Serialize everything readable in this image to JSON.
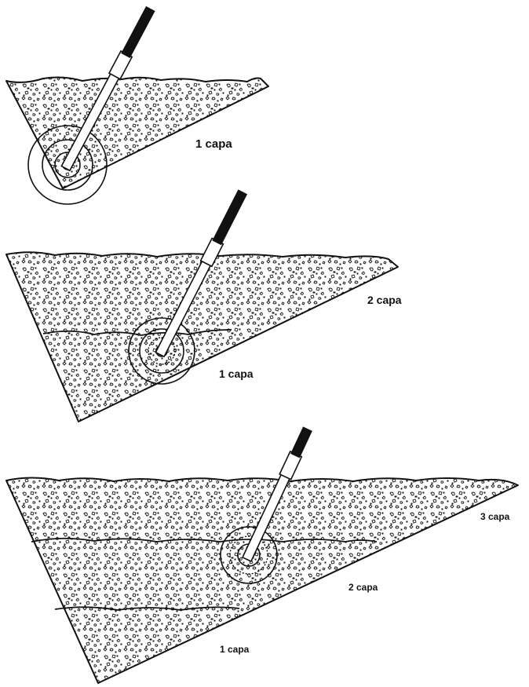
{
  "panels": [
    {
      "labels": [
        "1 capa"
      ]
    },
    {
      "labels": [
        "2 capa",
        "1 capa"
      ]
    },
    {
      "labels": [
        "3 capa",
        "2 capa",
        "1 capa"
      ]
    }
  ],
  "colors": {
    "ink": "#111111",
    "background": "#ffffff"
  }
}
